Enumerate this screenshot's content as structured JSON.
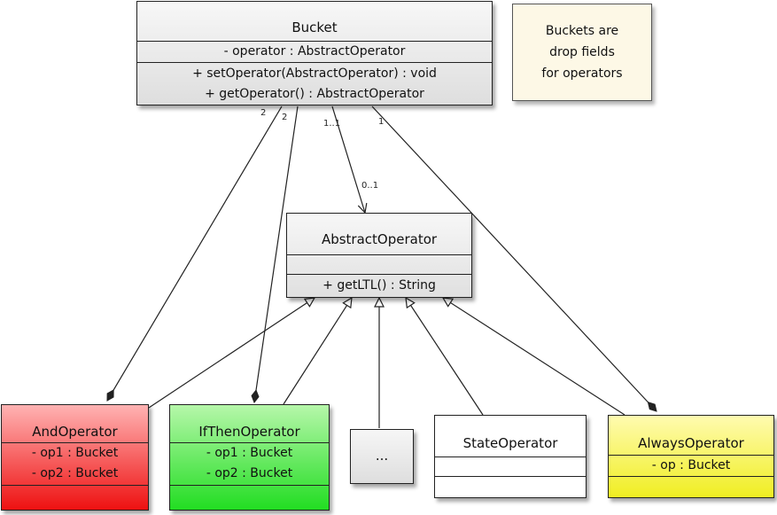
{
  "classes": {
    "bucket": {
      "name": "Bucket",
      "attributes": [
        "- operator : AbstractOperator"
      ],
      "methods": [
        "+ setOperator(AbstractOperator) : void",
        "+ getOperator() : AbstractOperator"
      ]
    },
    "abstract_operator": {
      "name": "AbstractOperator",
      "methods": [
        "+ getLTL() : String"
      ]
    },
    "and_operator": {
      "name": "AndOperator",
      "attributes": [
        "- op1 : Bucket",
        "- op2 : Bucket"
      ],
      "color": "#ff6666"
    },
    "ifthen_operator": {
      "name": "IfThenOperator",
      "attributes": [
        "- op1 : Bucket",
        "- op2 : Bucket"
      ],
      "color": "#66ee55"
    },
    "ellipsis": {
      "name": "..."
    },
    "state_operator": {
      "name": "StateOperator"
    },
    "always_operator": {
      "name": "AlwaysOperator",
      "attributes": [
        "- op : Bucket"
      ],
      "color": "#ffff55"
    }
  },
  "note": {
    "lines": [
      "Buckets are",
      "drop fields",
      "for operators"
    ]
  },
  "multiplicities": {
    "and_bucket": "2",
    "ifthen_bucket": "2",
    "abstract_bucket": "1..1",
    "abstract_op": "0..1",
    "always_bucket": "1"
  }
}
